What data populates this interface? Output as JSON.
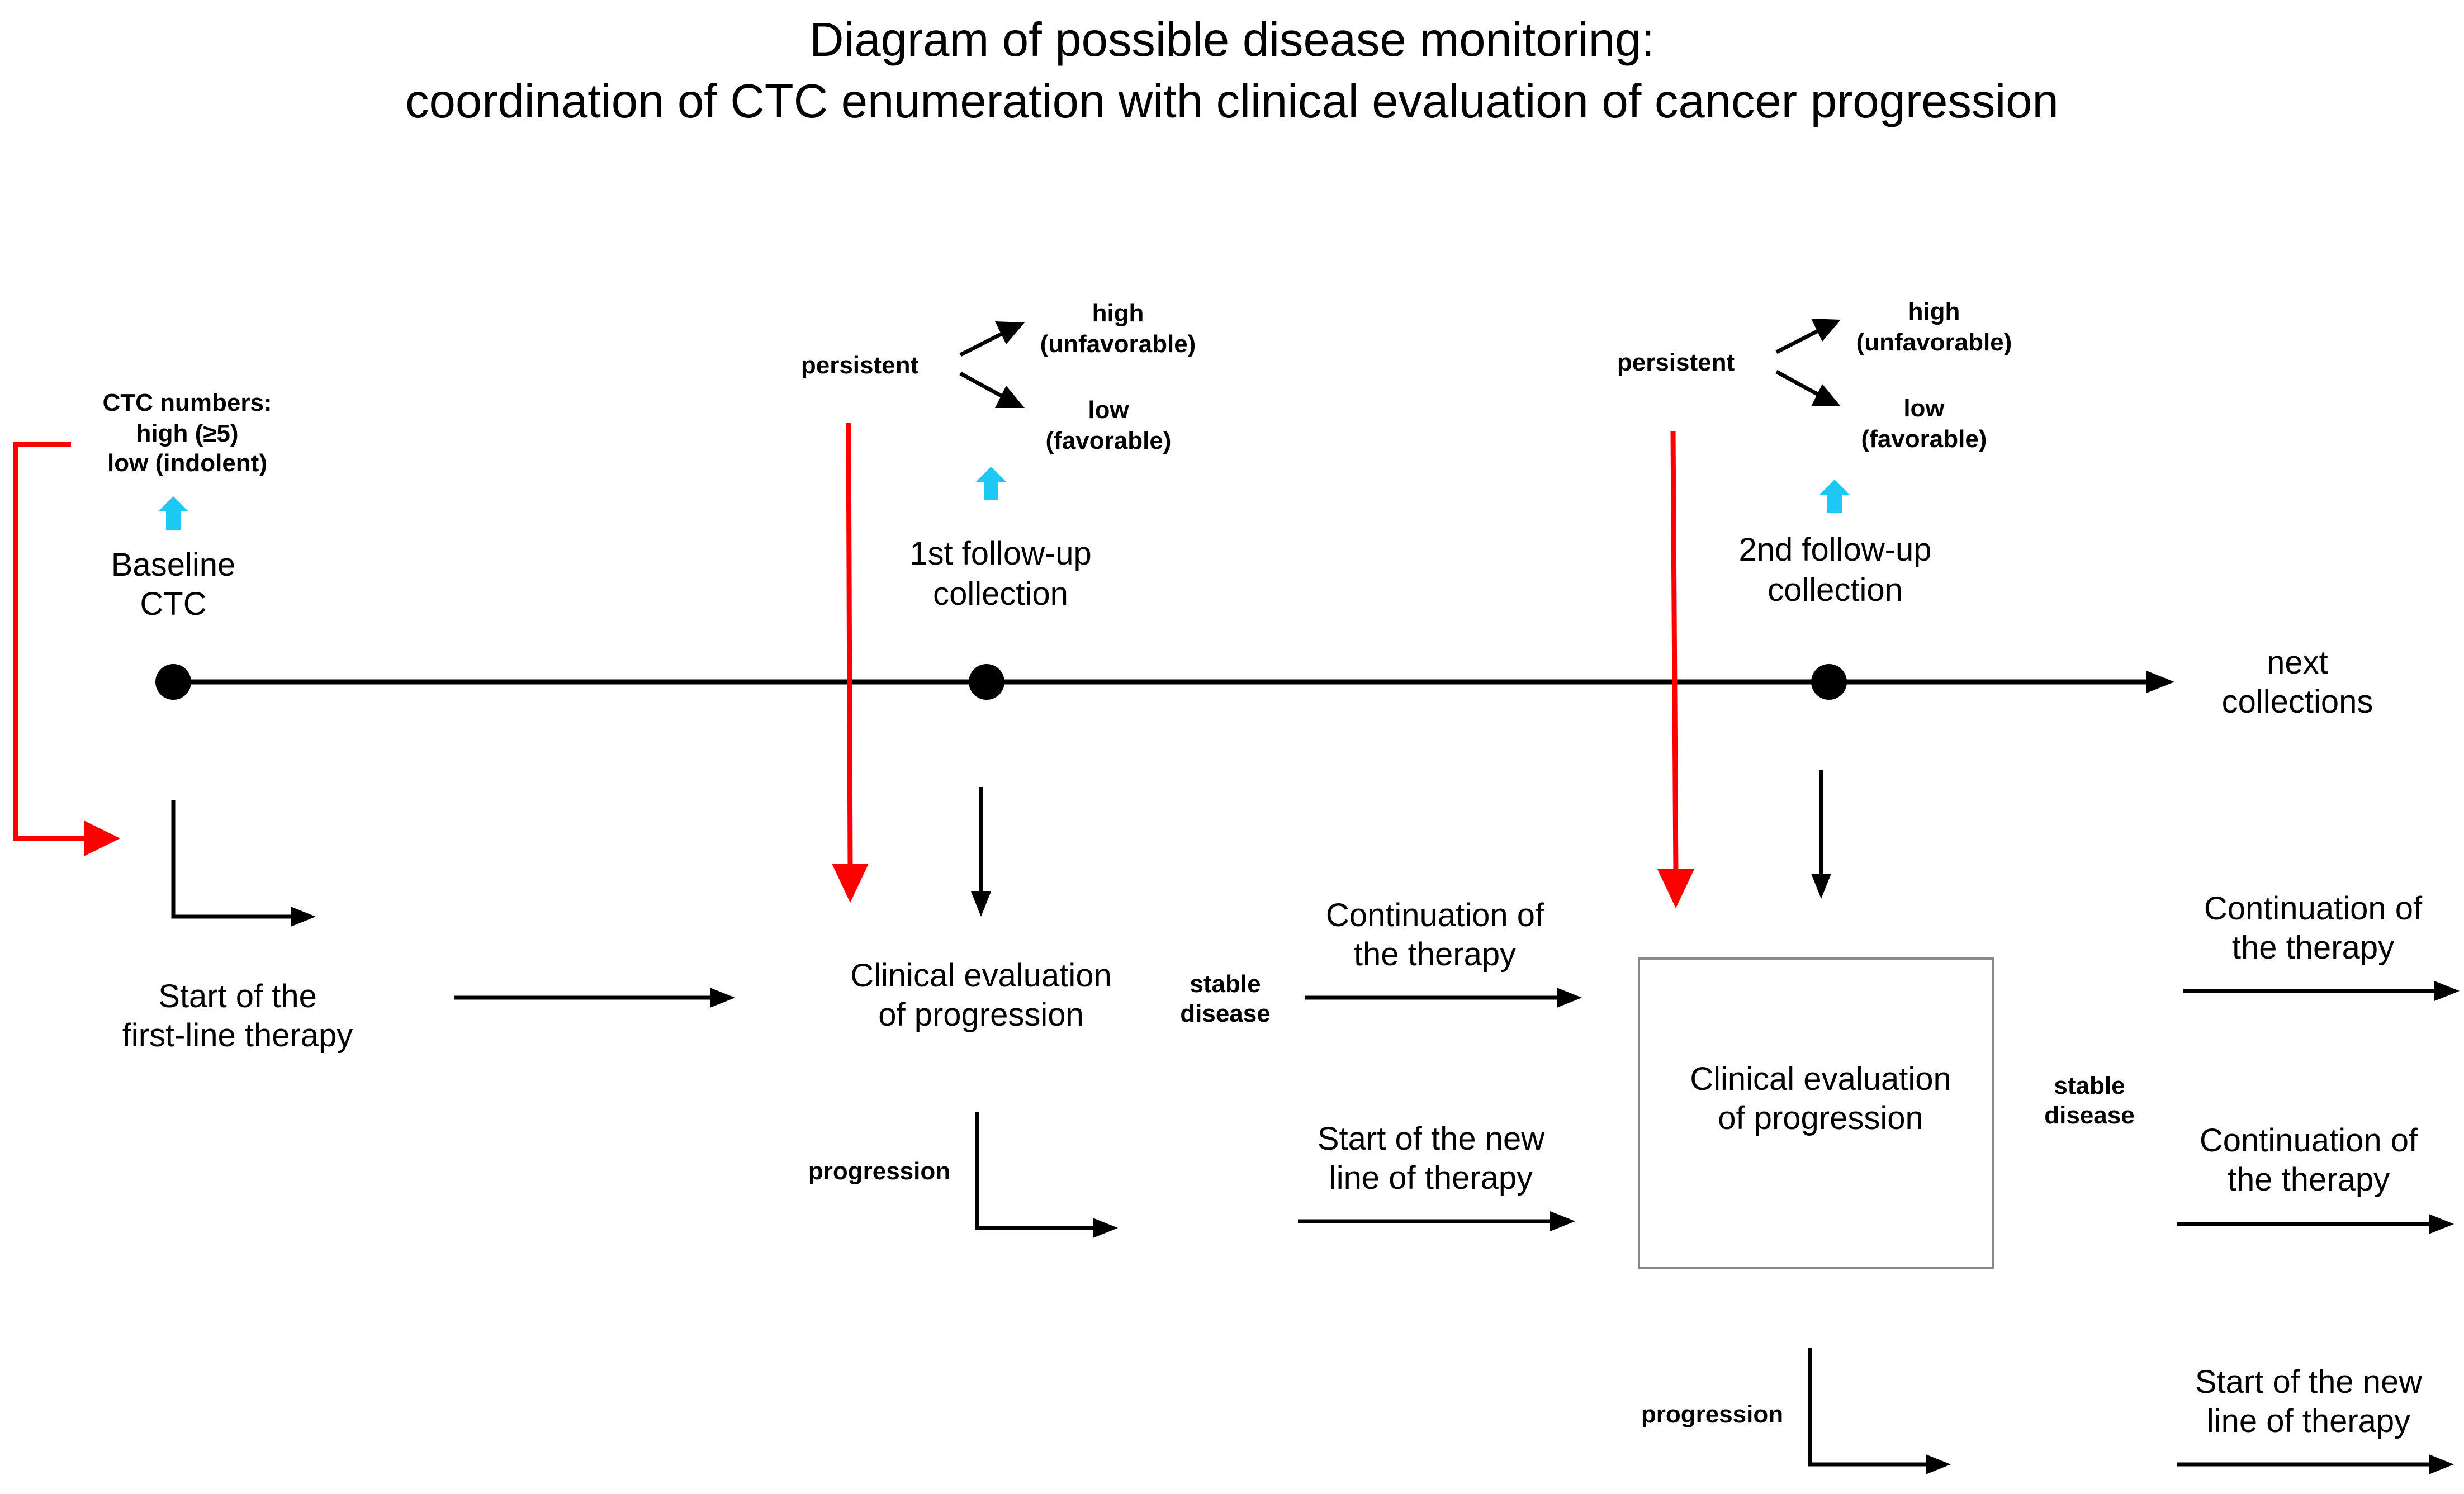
{
  "title": {
    "line1": "Diagram of possible disease monitoring:",
    "line2": "coordination of CTC enumeration with clinical evaluation of cancer progression"
  },
  "baseline": {
    "ctc_header": "CTC numbers:",
    "ctc_high": "high (≥5)",
    "ctc_low": "low (indolent)",
    "label1": "Baseline",
    "label2": "CTC"
  },
  "followup1": {
    "persistent": "persistent",
    "high": "high",
    "unfavorable": "(unfavorable)",
    "low": "low",
    "favorable": "(favorable)",
    "label1": "1st follow-up",
    "label2": "collection"
  },
  "followup2": {
    "persistent": "persistent",
    "high": "high",
    "unfavorable": "(unfavorable)",
    "low": "low",
    "favorable": "(favorable)",
    "label1": "2nd follow-up",
    "label2": "collection"
  },
  "timeline": {
    "next1": "next",
    "next2": "collections"
  },
  "therapy_start": {
    "line1": "Start of the",
    "line2": "first-line therapy"
  },
  "eval1": {
    "line1": "Clinical evaluation",
    "line2": "of progression",
    "stable1": "stable",
    "stable2": "disease",
    "progression": "progression",
    "continuation1": "Continuation of",
    "continuation2": "the therapy",
    "newline1": "Start of the new",
    "newline2": "line of therapy"
  },
  "eval2": {
    "line1": "Clinical evaluation",
    "line2": "of progression",
    "stable1": "stable",
    "stable2": "disease",
    "progression": "progression"
  },
  "right_outcomes": {
    "cont_a1": "Continuation of",
    "cont_a2": "the therapy",
    "cont_b1": "Continuation of",
    "cont_b2": "the therapy",
    "new1": "Start of the new",
    "new2": "line of therapy"
  },
  "colors": {
    "red": "#ff0000",
    "cyan": "#1ec8f5",
    "black": "#000000",
    "box_border": "#888888"
  }
}
